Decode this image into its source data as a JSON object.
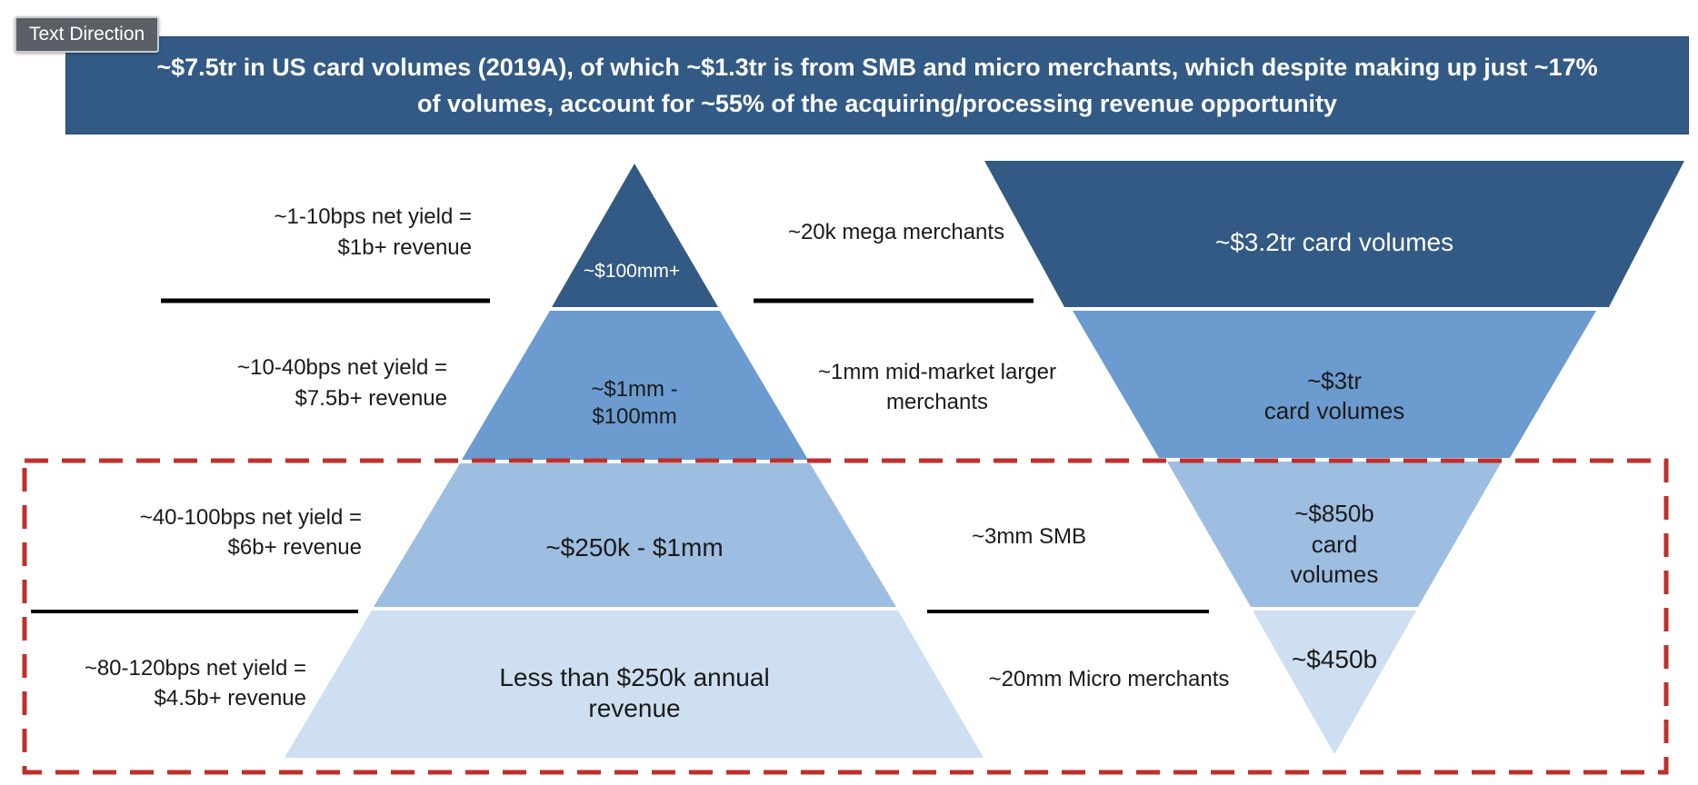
{
  "tooltip": "Text Direction",
  "banner": {
    "line1": "~$7.5tr in US card volumes (2019A), of which ~$1.3tr is from SMB and micro merchants, which despite making up just ~17%",
    "line2": "of volumes, account for ~55% of the acquiring/processing revenue opportunity"
  },
  "tiers": [
    {
      "yield_line1": "~1-10bps net yield =",
      "yield_line2": "$1b+ revenue",
      "size_line1": "~$100mm+",
      "size_line2": "",
      "merchants_line1": "~20k mega merchants",
      "merchants_line2": "",
      "volume_line1": "~$3.2tr card volumes",
      "volume_line2": "",
      "volume_line3": ""
    },
    {
      "yield_line1": "~10-40bps net yield =",
      "yield_line2": "$7.5b+ revenue",
      "size_line1": "~$1mm -",
      "size_line2": "$100mm",
      "merchants_line1": "~1mm mid-market larger",
      "merchants_line2": "merchants",
      "volume_line1": "~$3tr",
      "volume_line2": "card volumes",
      "volume_line3": ""
    },
    {
      "yield_line1": "~40-100bps net yield =",
      "yield_line2": "$6b+ revenue",
      "size_line1": "~$250k - $1mm",
      "size_line2": "",
      "merchants_line1": "~3mm SMB",
      "merchants_line2": "",
      "volume_line1": "~$850b",
      "volume_line2": "card",
      "volume_line3": "volumes"
    },
    {
      "yield_line1": "~80-120bps net yield =",
      "yield_line2": "$4.5b+ revenue",
      "size_line1": "Less than $250k annual",
      "size_line2": "revenue",
      "merchants_line1": "~20mm Micro merchants",
      "merchants_line2": "",
      "volume_line1": "~$450b",
      "volume_line2": "",
      "volume_line3": ""
    }
  ],
  "colors": {
    "banner": "#325a85",
    "tier1": "#325a85",
    "tier2": "#6b9bcf",
    "tier3": "#9dbde1",
    "tier4": "#cddff1",
    "highlight_box": "#c0302b"
  }
}
